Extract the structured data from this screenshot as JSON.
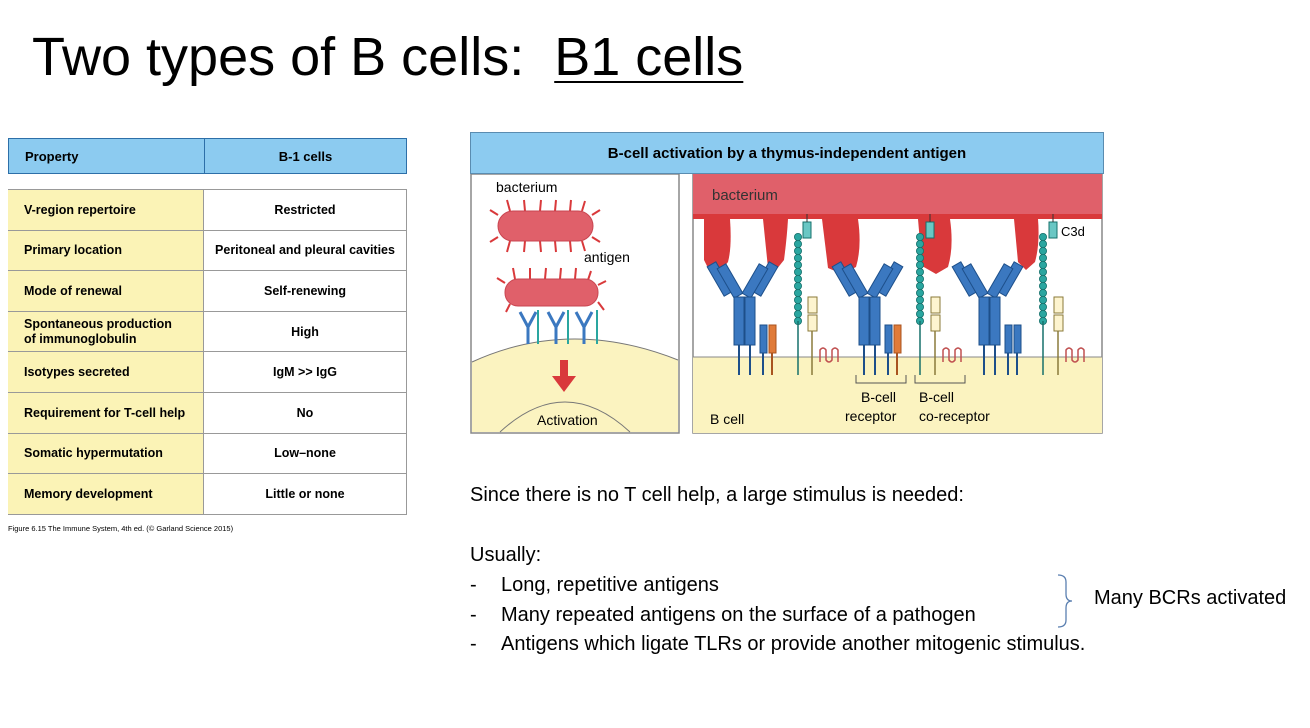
{
  "title": {
    "prefix": "Two types of B cells:",
    "emphasis": "B1 cells"
  },
  "table": {
    "header": {
      "property": "Property",
      "value": "B-1  cells"
    },
    "rows": [
      {
        "property": "V-region repertoire",
        "value": "Restricted"
      },
      {
        "property": "Primary location",
        "value": "Peritoneal and pleural cavities"
      },
      {
        "property": "Mode of renewal",
        "value": "Self-renewing"
      },
      {
        "property": "Spontaneous production\nof immunoglobulin",
        "value": "High"
      },
      {
        "property": "Isotypes secreted",
        "value": "IgM  >>  IgG"
      },
      {
        "property": "Requirement for T-cell help",
        "value": "No"
      },
      {
        "property": "Somatic hypermutation",
        "value": "Low–none"
      },
      {
        "property": "Memory development",
        "value": "Little or none"
      }
    ],
    "caption": "Figure 6.15  The Immune System, 4th ed. (© Garland Science 2015)"
  },
  "figure": {
    "title": "B-cell activation by a thymus-independent antigen",
    "left_panel": {
      "bacterium": "bacterium",
      "antigen": "antigen",
      "activation": "Activation"
    },
    "right_panel": {
      "bacterium": "bacterium",
      "c3d": "C3d",
      "b_cell": "B cell",
      "receptor_line1": "B-cell",
      "receptor_line2": "receptor",
      "coreceptor_line1": "B-cell",
      "coreceptor_line2": "co-receptor"
    },
    "colors": {
      "title_bg": "#8ccbf0",
      "bacterium": "#e0606a",
      "antigen_red": "#d9393b",
      "receptor_blue": "#3b78c0",
      "coreceptor_teal": "#2aa6a0",
      "cell_yellow": "#fbf3c0"
    }
  },
  "text": {
    "stimulus": "Since there is no T cell help, a large stimulus is needed:",
    "usually": "Usually:",
    "bullets": [
      {
        "dash": "-",
        "text": "Long, repetitive antigens"
      },
      {
        "dash": "-",
        "text": "Many repeated antigens on the surface of a pathogen"
      },
      {
        "dash": "-",
        "text": "Antigens which ligate TLRs or provide another mitogenic stimulus."
      }
    ],
    "bracket_label": "Many BCRs activated"
  }
}
